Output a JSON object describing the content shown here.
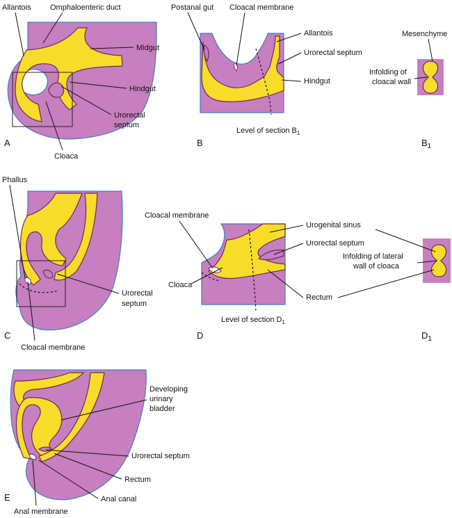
{
  "panels": {
    "A": {
      "letter": "A",
      "labels": {
        "allantois": "Allantois",
        "omphaloenteric_duct": "Omphaloenteric duct",
        "midgut": "Midgut",
        "hindgut": "Hindgut",
        "urorectal_septum_line1": "Urorectal",
        "urorectal_septum_line2": "septum",
        "cloaca": "Cloaca"
      }
    },
    "B": {
      "letter": "B",
      "labels": {
        "postanal_gut": "Postanal gut",
        "cloacal_membrane": "Cloacal membrane",
        "allantois": "Allantois",
        "urorectal_septum": "Urorectal septum",
        "hindgut": "Hindgut",
        "level_of_section": "Level of section B",
        "level_of_section_sub": "1"
      }
    },
    "B1": {
      "letter": "B",
      "letter_sub": "1",
      "labels": {
        "mesenchyme": "Mesenchyme",
        "infolding_line1": "Infolding of",
        "infolding_line2": "cloacal wall"
      }
    },
    "C": {
      "letter": "C",
      "labels": {
        "phallus": "Phallus",
        "urorectal_septum_line1": "Urorectal",
        "urorectal_septum_line2": "septum",
        "cloacal_membrane": "Cloacal membrane"
      }
    },
    "D": {
      "letter": "D",
      "labels": {
        "cloacal_membrane": "Cloacal membrane",
        "urogenital_sinus": "Urogenital sinus",
        "urorectal_septum": "Urorectal septum",
        "cloaca": "Cloaca",
        "rectum": "Rectum",
        "level_of_section": "Level of section D",
        "level_of_section_sub": "1"
      }
    },
    "D1": {
      "letter": "D",
      "letter_sub": "1",
      "labels": {
        "infolding_line1": "Infolding of lateral",
        "infolding_line2": "wall of cloaca"
      }
    },
    "E": {
      "letter": "E",
      "labels": {
        "bladder_line1": "Developing",
        "bladder_line2": "urinary",
        "bladder_line3": "bladder",
        "urorectal_septum": "Urorectal septum",
        "rectum": "Rectum",
        "anal_canal": "Anal canal",
        "anal_membrane": "Anal membrane"
      }
    }
  },
  "colors": {
    "mesenchyme": "#c77fbf",
    "endoderm": "#f8dc2a",
    "epithelium_outline": "#6a2a5a",
    "surface_ectoderm": "#3a7fc4"
  }
}
